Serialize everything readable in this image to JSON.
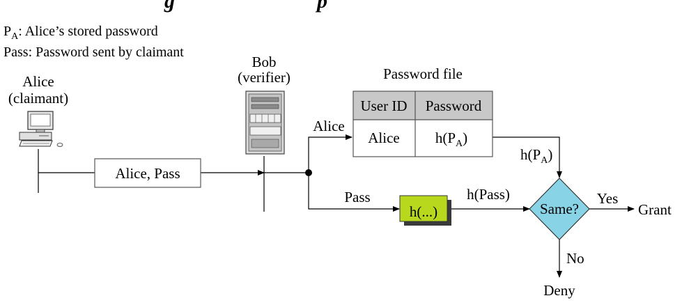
{
  "title_fragment": "g",
  "title_fragment_2": "p",
  "legend": {
    "line1_prefix": "P",
    "line1_sub": "A",
    "line1_rest": ": Alice’s stored password",
    "line2": "Pass: Password sent by claimant"
  },
  "alice": {
    "name": "Alice",
    "role": "(claimant)"
  },
  "bob": {
    "name": "Bob",
    "role": "(verifier)"
  },
  "message_box": "Alice, Pass",
  "password_file": {
    "caption": "Password file",
    "headers": [
      "User ID",
      "Password"
    ],
    "row": {
      "user": "Alice",
      "pw_prefix": "h(P",
      "pw_sub": "A",
      "pw_suffix": ")"
    }
  },
  "edges": {
    "alice_label": "Alice",
    "pass_label": "Pass",
    "hpass_label": "h(Pass)",
    "hpa_prefix": "h(P",
    "hpa_sub": "A",
    "hpa_suffix": ")",
    "yes_label": "Yes",
    "no_label": "No"
  },
  "hash_box": "h(...)",
  "decision": "Same?",
  "outcomes": {
    "grant": "Grant",
    "deny": "Deny"
  },
  "colors": {
    "title_blue": "#1a1adb",
    "table_header_bg": "#c8c8c8",
    "hash_box_fill": "#b8d81e",
    "hash_box_shadow": "#3a3a3a",
    "decision_fill": "#89d3e6"
  }
}
